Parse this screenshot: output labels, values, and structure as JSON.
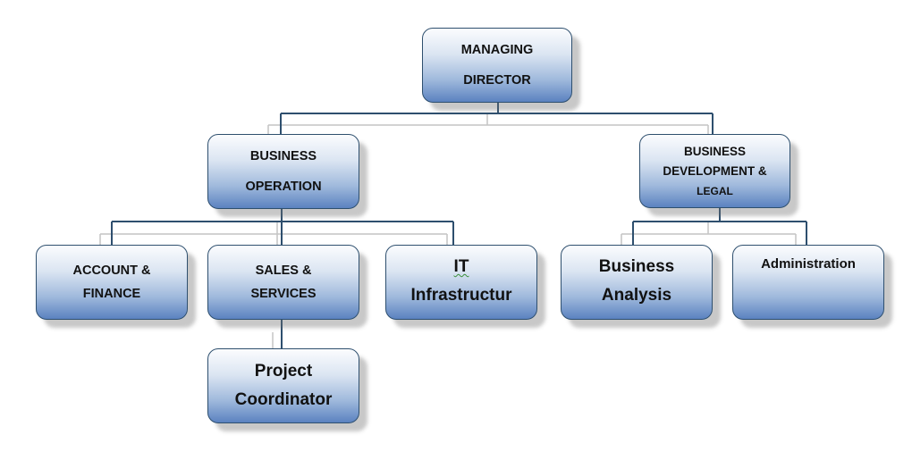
{
  "colors": {
    "connector": "#2e4f6e",
    "connector_shadow": "#c4c4c4",
    "node_border": "#2e4f6e",
    "node_gradient_top": "#fbfcfe",
    "node_gradient_bottom": "#5b82c0"
  },
  "nodes": {
    "managing_director": {
      "lines": [
        "MANAGING",
        "DIRECTOR"
      ]
    },
    "business_operation": {
      "lines": [
        "BUSINESS",
        "OPERATION"
      ]
    },
    "business_development_legal": {
      "lines": [
        "BUSINESS",
        "DEVELOPMENT &",
        "LEGAL"
      ]
    },
    "account_finance": {
      "lines": [
        "ACCOUNT &",
        "FINANCE"
      ]
    },
    "sales_services": {
      "lines": [
        "SALES &",
        "SERVICES"
      ]
    },
    "it_infrastructure": {
      "lines": [
        "IT",
        "Infrastructur"
      ]
    },
    "business_analysis": {
      "lines": [
        "Business",
        "Analysis"
      ]
    },
    "administration": {
      "lines": [
        "Administration"
      ]
    },
    "project_coordinator": {
      "lines": [
        "Project",
        "Coordinator"
      ]
    }
  }
}
